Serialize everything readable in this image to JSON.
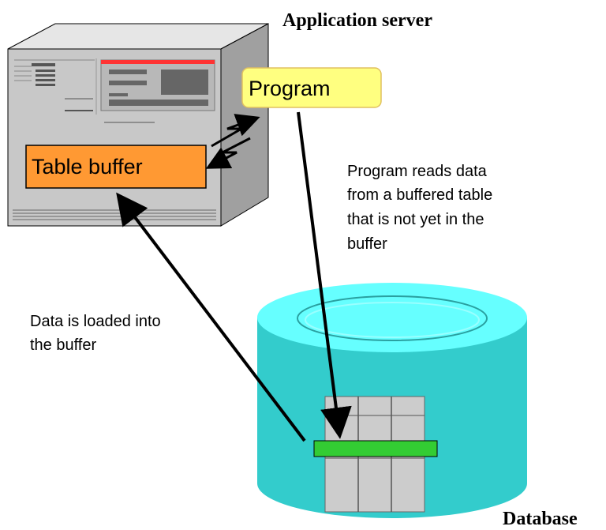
{
  "title_server": "Application server",
  "title_database": "Database",
  "program_label": "Program",
  "table_buffer_label": "Table buffer",
  "read_note": [
    "Program reads data",
    "from a buffered table",
    "that is not yet in the",
    "buffer"
  ],
  "load_note": [
    "Data is loaded into",
    "the buffer"
  ],
  "colors": {
    "server_front": "#c8c8c8",
    "server_side": "#a0a0a0",
    "server_top": "#e6e6e6",
    "program_fill": "#ffff80",
    "buffer_fill": "#ff9933",
    "db_body": "#33cccc",
    "db_top": "#66ffff",
    "db_table": "#cccccc",
    "db_highlight": "#33cc33",
    "screen_bar": "#ff3333"
  }
}
